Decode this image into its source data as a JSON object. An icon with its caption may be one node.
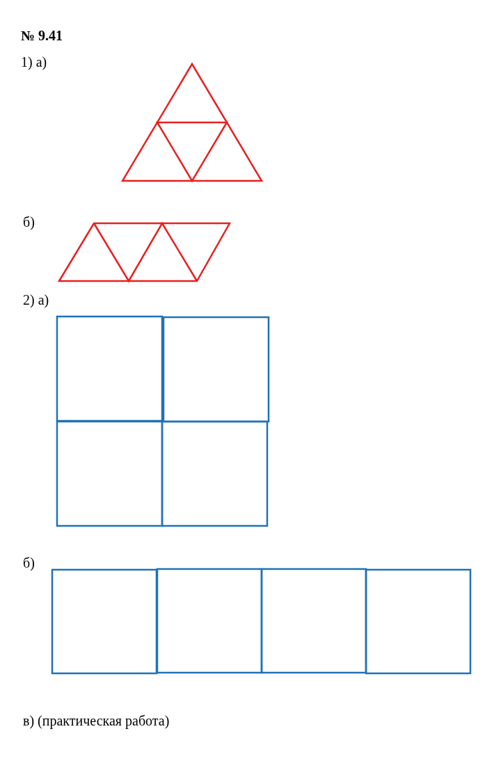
{
  "diagram": {
    "title": "№ 9.41",
    "labels": [
      "1) а)",
      "б)",
      "2) а)",
      "б)",
      "в) (практическая работа)"
    ]
  }
}
